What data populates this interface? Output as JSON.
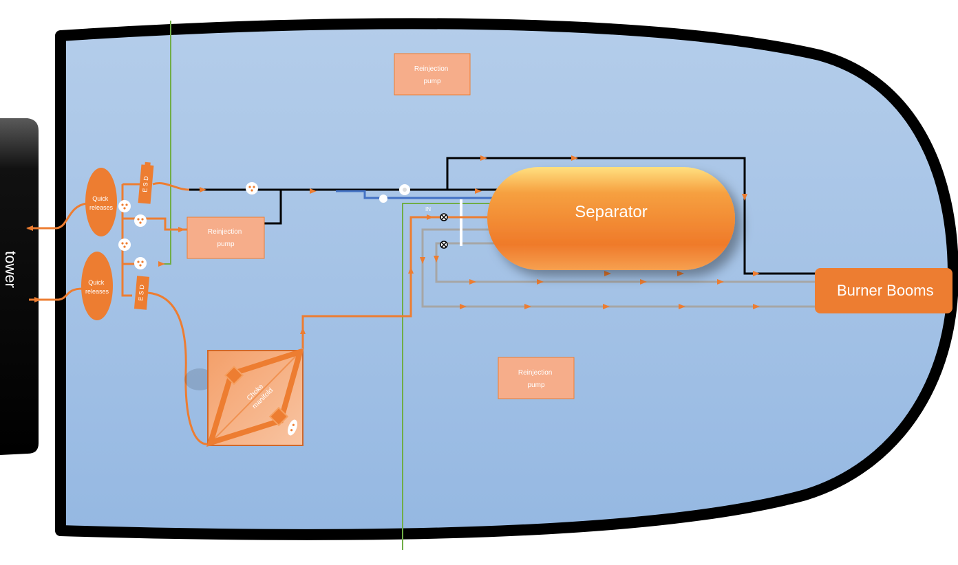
{
  "diagram": {
    "tower_label": "tower",
    "separator_label": "Separator",
    "burner_booms_label": "Burner Booms",
    "quick_releases": [
      "Quick",
      "releases"
    ],
    "esd_label": "E S D",
    "reinjection_pump": [
      "Reinjection",
      "pump"
    ],
    "choke_manifold": [
      "Choke",
      "manifold"
    ],
    "in_label": "IN"
  },
  "colors": {
    "deck": "#a6c3e6",
    "hull_outline": "#000000",
    "orange": "#ed7d31",
    "pump_fill": "#f6ad8a",
    "gray_line": "#a6a6a6",
    "blue_line": "#4472c4",
    "green_line": "#70ad47",
    "tower": "#111111"
  }
}
